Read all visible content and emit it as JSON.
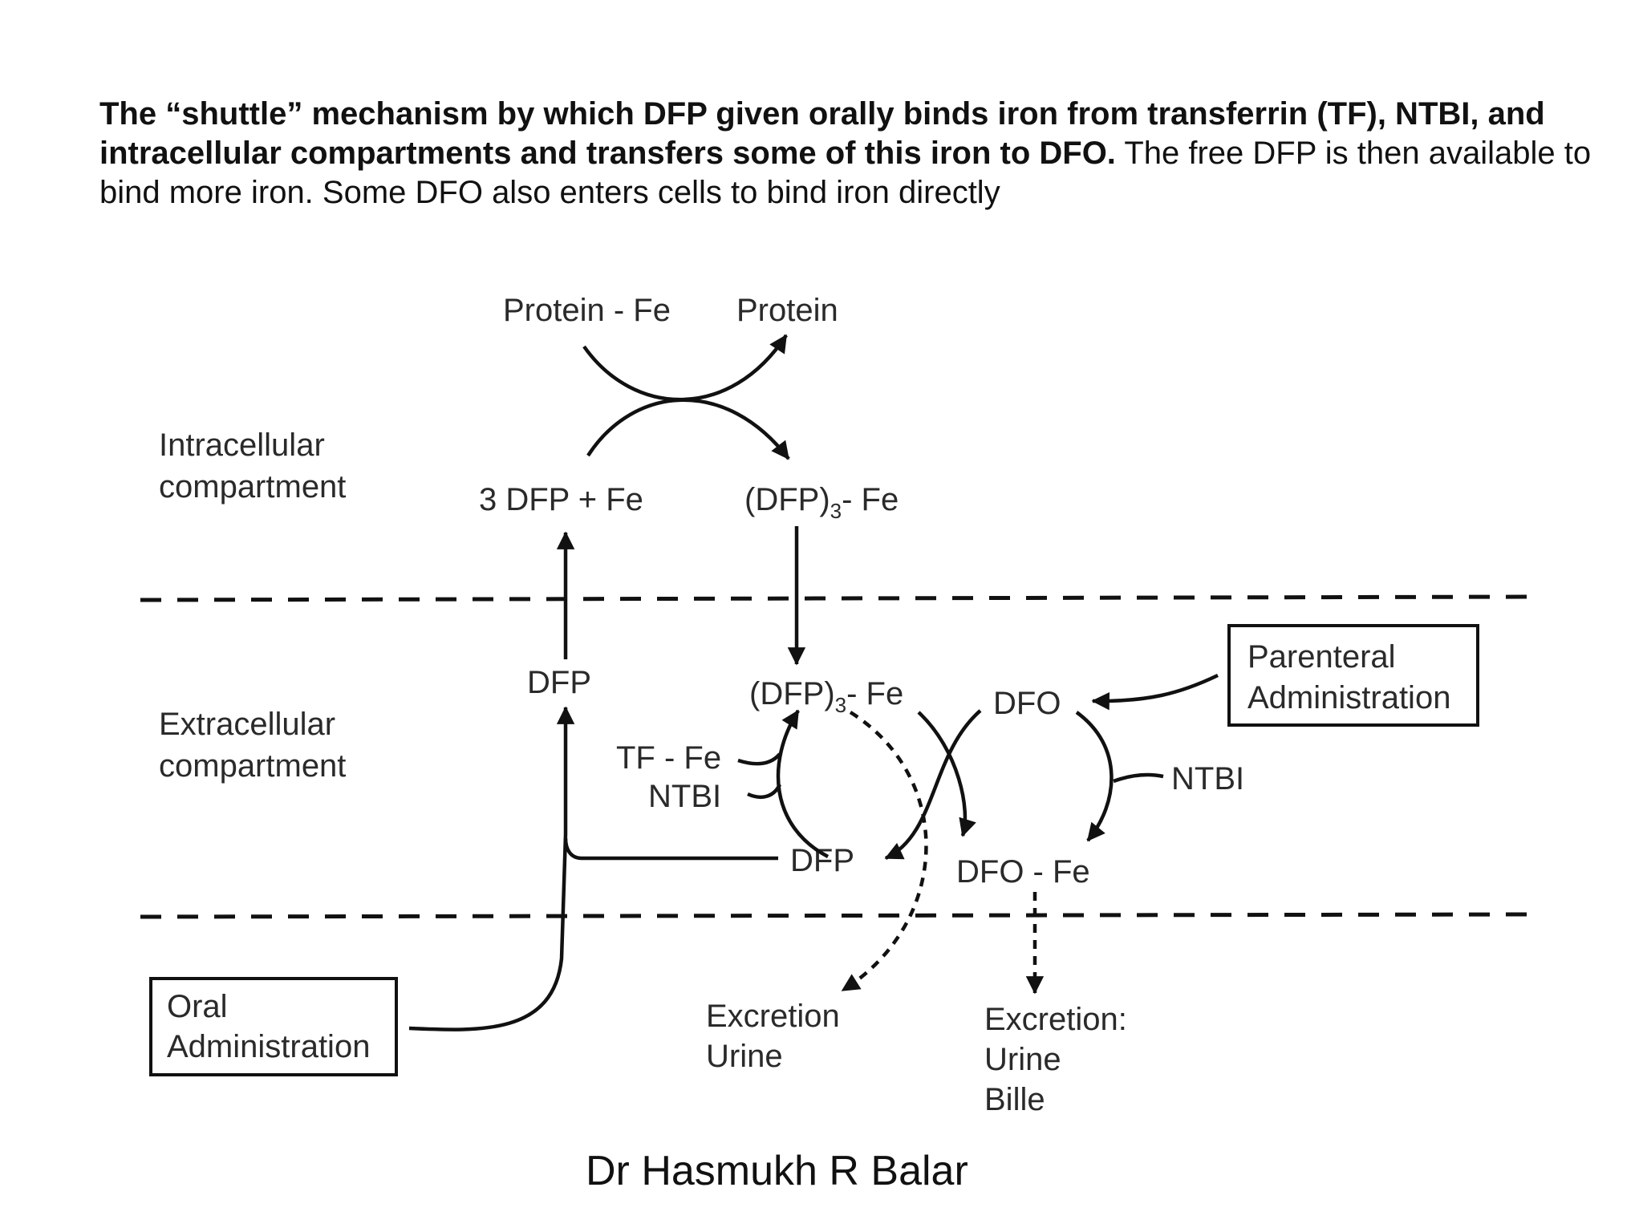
{
  "caption": {
    "bold": "The “shuttle” mechanism by which DFP given orally binds iron from transferrin (TF), NTBI, and intracellular compartments and transfers some of this iron to DFO.",
    "normal": " The free DFP is then available to bind more iron. Some DFO also enters cells to bind iron directly"
  },
  "compartments": {
    "intracellular": [
      "Intracellular",
      "compartment"
    ],
    "extracellular": [
      "Extracellular",
      "compartment"
    ]
  },
  "nodes": {
    "protein_fe": "Protein - Fe",
    "protein": "Protein",
    "dfp_fe_intra_left": "3 DFP + Fe",
    "dfp3_fe": "(DFP)",
    "subscript_3": "3",
    "fe_suffix": "- Fe",
    "dfp_extra": "DFP",
    "tf_fe": "TF - Fe",
    "ntbi_left": "NTBI",
    "dfp_bottom": "DFP",
    "dfo": "DFO",
    "ntbi_right": "NTBI",
    "dfo_fe": "DFO - Fe"
  },
  "boxes": {
    "parenteral": [
      "Parenteral",
      "Administration"
    ],
    "oral": [
      "Oral",
      "Administration"
    ]
  },
  "excretion": {
    "left": [
      "Excretion",
      "Urine"
    ],
    "right": [
      "Excretion:",
      "Urine",
      "Bille"
    ]
  },
  "author": "Dr Hasmukh R Balar"
}
